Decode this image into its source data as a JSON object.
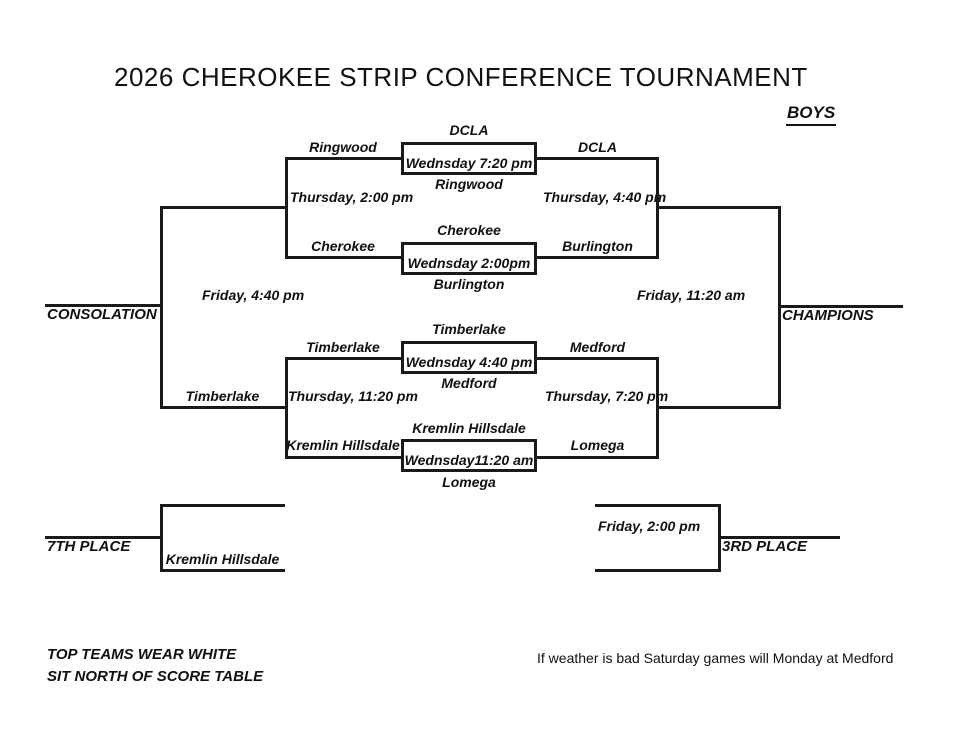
{
  "header": {
    "title": "2026 CHEROKEE STRIP CONFERENCE TOURNAMENT",
    "division": "BOYS"
  },
  "games": {
    "game1": {
      "top_team": "DCLA",
      "time": "Wednsday 7:20 pm",
      "bottom_team": "Ringwood",
      "loser_left": "Ringwood",
      "winner_right": "DCLA"
    },
    "game2": {
      "top_team": "Cherokee",
      "time": "Wednsday 2:00pm",
      "bottom_team": "Burlington",
      "loser_left": "Cherokee",
      "winner_right": "Burlington"
    },
    "game3": {
      "top_team": "Timberlake",
      "time": "Wednsday 4:40 pm",
      "bottom_team": "Medford",
      "loser_left": "Timberlake",
      "winner_right": "Medford"
    },
    "game4": {
      "top_team": "Kremlin Hillsdale",
      "time": "Wednsday11:20 am",
      "bottom_team": "Lomega",
      "loser_left": "Kremlin Hillsdale",
      "winner_right": "Lomega"
    }
  },
  "consolation": {
    "semi_top_time": "Thursday, 2:00 pm",
    "semi_bottom_time": "Thursday, 11:20 pm",
    "semi_bottom_advancer": "Timberlake",
    "final_time": "Friday, 4:40 pm",
    "label": "CONSOLATION"
  },
  "championship": {
    "semi_top_time": "Thursday, 4:40 pm",
    "semi_bottom_time": "Thursday, 7:20 pm",
    "final_time": "Friday, 11:20 am",
    "label": "CHAMPIONS"
  },
  "seventh_place": {
    "label": "7TH PLACE",
    "entrant": "Kremlin Hillsdale"
  },
  "third_place": {
    "label": "3RD PLACE",
    "time": "Friday, 2:00 pm"
  },
  "notes": {
    "rule1": "TOP TEAMS WEAR WHITE",
    "rule2": "SIT NORTH OF SCORE TABLE",
    "weather": "If weather is bad Saturday games will Monday at Medford"
  }
}
